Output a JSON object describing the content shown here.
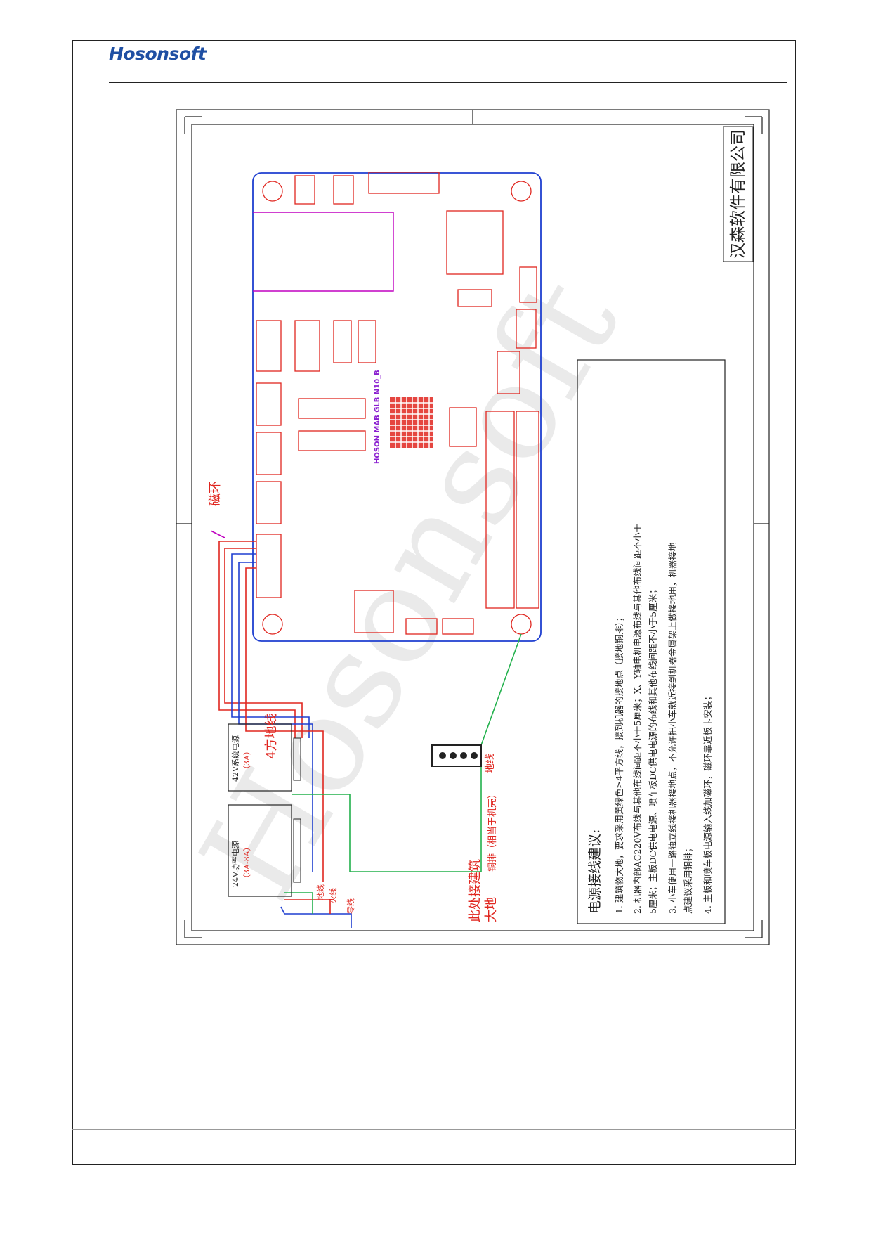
{
  "header": {
    "logo": "Hosonsoft"
  },
  "title_block": {
    "company": "汉森软件有限公司"
  },
  "watermark": "Hosonsoft",
  "board": {
    "label": "HOSON MAB GLB N10_B"
  },
  "annotations": {
    "magnetic_ring": "磁环",
    "four_sq_ground": "4方地线",
    "ground_wire": "地线",
    "copper_bar": "铜排（相当于机壳）",
    "building_ground_line1": "此处接建筑",
    "building_ground_line2": "大地"
  },
  "power_supplies": {
    "psu_42v_name": "42V系统电源",
    "psu_42v_amp": "（3A）",
    "psu_24v_name": "24V功率电源",
    "psu_24v_amp": "（3A-8A）"
  },
  "mains": {
    "earth": "地线",
    "live": "火线",
    "neutral": "零线"
  },
  "notes": {
    "title": "电源接线建议:",
    "items": [
      "1. 建筑物大地，要求采用黄绿色≥4平方线，接到机器的接地点（接地铜排）；",
      "2. 机器内部AC220V布线与其他布线间距不小于5厘米；X、Y轴电机电源布线与其他布线间距不小于",
      "5厘米；主板DC供电电源、喷车板DC供电电源的布线和其他布线间距不小于5厘米；",
      "3. 小车使用一路独立线接机器接地点，不允许把小车就近接到机器金属架上做接地用，机器接地",
      "点建议采用铜排；",
      "4. 主板和喷车板电源输入线加磁环，磁环靠近板卡安装；"
    ]
  },
  "colors": {
    "logo": "#1f4fa3",
    "board_outline": "#1f3fd0",
    "component": "#e0261f",
    "annotation": "#e0261f",
    "wire_red": "#e0261f",
    "wire_blue": "#1f3fd0",
    "wire_green": "#22b14c",
    "wire_magenta": "#c000c0",
    "label_purple": "#8a1fd0",
    "frame": "#222222"
  }
}
